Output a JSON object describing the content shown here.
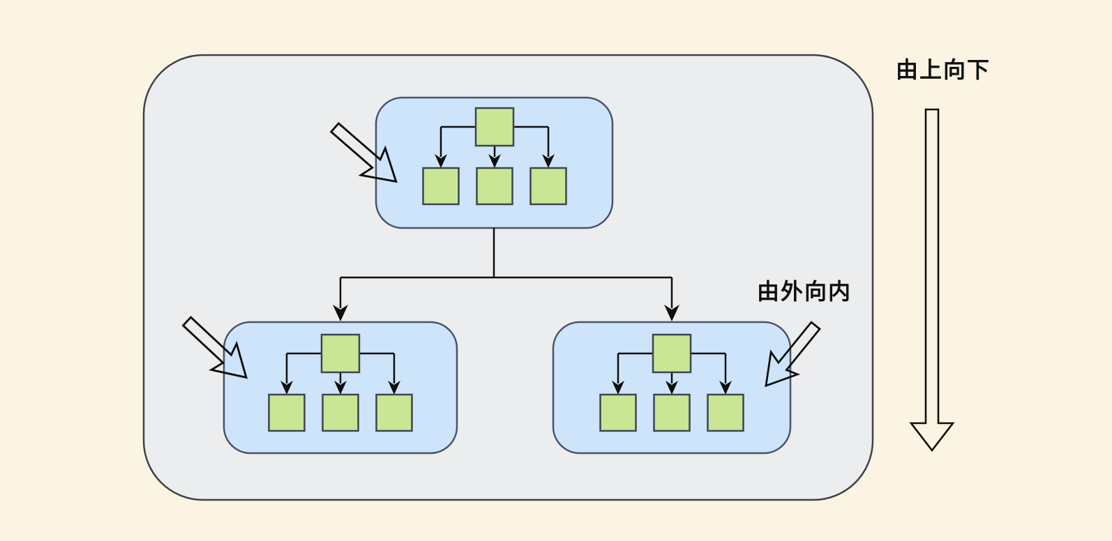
{
  "diagram": {
    "labels": {
      "top_right": "由上向下",
      "middle_right": "由外向内"
    },
    "colors": {
      "background": "#FBF4E2",
      "container-fill": "#ECEDEE",
      "container-stroke": "#3E4347",
      "group-fill": "#CDE4FA",
      "group-stroke": "#47526B",
      "node-fill": "#C9E695",
      "node-stroke": "#3D4450",
      "line": "#0E0E0E"
    },
    "structure": {
      "outer_container": "rounded-rectangle",
      "groups": [
        {
          "name": "top-tree-group",
          "parent_nodes": 1,
          "child_nodes": 3
        },
        {
          "name": "bottom-left-tree-group",
          "parent_nodes": 1,
          "child_nodes": 3
        },
        {
          "name": "bottom-right-tree-group",
          "parent_nodes": 1,
          "child_nodes": 3
        }
      ],
      "annotations": [
        {
          "name": "hand-arrow-top",
          "points_at": "top-tree-group"
        },
        {
          "name": "hand-arrow-bottom-left",
          "points_at": "bottom-left-tree-group"
        },
        {
          "name": "hand-arrow-bottom-right",
          "points_at": "bottom-right-tree-group"
        },
        {
          "name": "long-down-arrow",
          "direction": "down"
        }
      ]
    }
  }
}
